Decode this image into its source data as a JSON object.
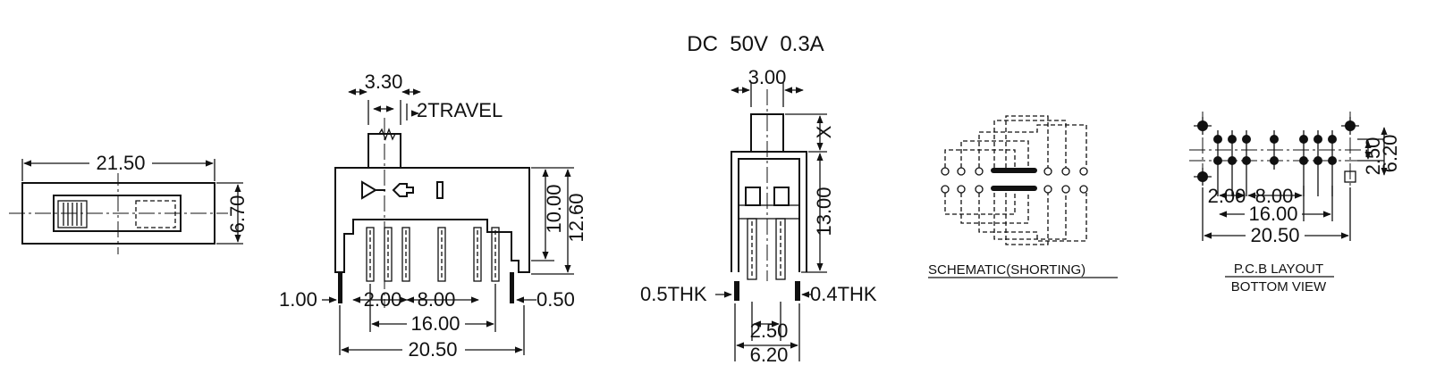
{
  "rating": "DC  50V  0.3A",
  "top_view": {
    "width": "21.50",
    "height": "6.70"
  },
  "front_view": {
    "lever_width": "3.30",
    "travel": "2TRAVEL",
    "body_height": "10.00",
    "total_height": "12.60",
    "left_offset": "1.00",
    "pitch_small": "2.00",
    "pitch_large": "8.00",
    "right_offset": "0.50",
    "pin_span": "16.00",
    "overall": "20.50"
  },
  "side_view": {
    "lever_width": "3.00",
    "lever_height": "X",
    "height": "13.00",
    "left_thk": "0.5THK",
    "right_thk": "0.4THK",
    "pitch": "2.50",
    "width": "6.20"
  },
  "schematic": {
    "label": "SCHEMATIC(SHORTING)"
  },
  "pcb": {
    "row_pitch": "2.50",
    "row_span": "6.20",
    "pitch_small": "2.00",
    "pitch_large": "8.00",
    "pin_span": "16.00",
    "overall": "20.50",
    "label_1": "P.C.B LAYOUT",
    "label_2": "BOTTOM VIEW"
  }
}
